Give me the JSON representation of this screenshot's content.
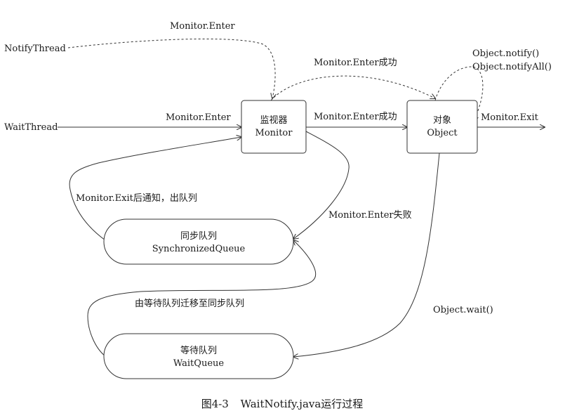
{
  "threads": {
    "notify": "NotifyThread",
    "wait": "WaitThread"
  },
  "nodes": {
    "monitor": {
      "line1": "监视器",
      "line2": "Monitor"
    },
    "object": {
      "line1": "对象",
      "line2": "Object"
    },
    "sync_queue": {
      "line1": "同步队列",
      "line2": "SynchronizedQueue"
    },
    "wait_queue": {
      "line1": "等待队列",
      "line2": "WaitQueue"
    }
  },
  "edges": {
    "notify_enter": "Monitor.Enter",
    "wait_enter": "Monitor.Enter",
    "enter_success_arc": "Monitor.Enter成功",
    "enter_success": "Monitor.Enter成功",
    "notify": "Object.notify()",
    "notify_all": "Object.notifyAll()",
    "monitor_exit": "Monitor.Exit",
    "exit_notify": "Monitor.Exit后通知，出队列",
    "enter_fail": "Monitor.Enter失败",
    "object_wait": "Object.wait()",
    "move_queue": "由等待队列迁移至同步队列"
  },
  "caption": {
    "figure": "图4-3",
    "text": "WaitNotify.java运行过程"
  }
}
